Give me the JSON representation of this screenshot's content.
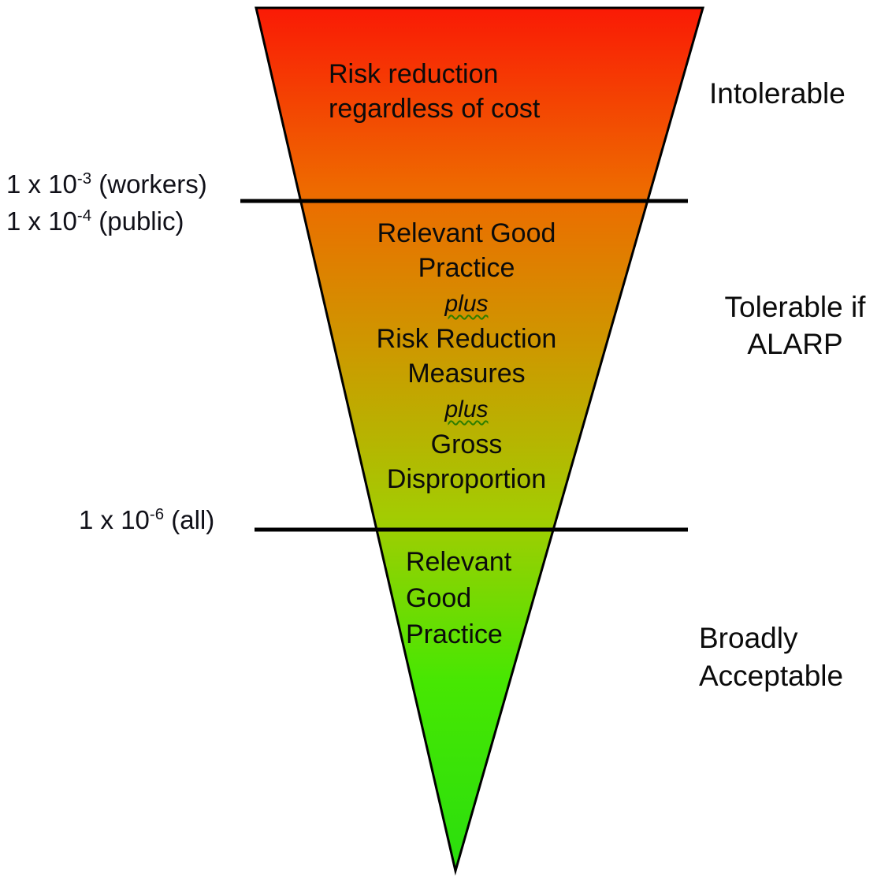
{
  "colors": {
    "outline": "#000000",
    "gradient_red_top": "#fa1a05",
    "gradient_orange": "#ee6a00",
    "gradient_gold": "#cc9a00",
    "gradient_yellow_green": "#a3cc02",
    "gradient_green": "#47e702",
    "gradient_green_apex": "#2ade0e"
  },
  "zone_intolerable": {
    "line1": "Risk reduction",
    "line2": "regardless of cost",
    "category": "Intolerable"
  },
  "zone_tolerable": {
    "line1": "Relevant Good",
    "line2": "Practice",
    "plus1": "plus",
    "line3": "Risk Reduction",
    "line4": "Measures",
    "plus2": "plus",
    "line5": "Gross",
    "line6": "Disproportion",
    "category_line1": "Tolerable if",
    "category_line2": "ALARP"
  },
  "zone_acceptable": {
    "line1": "Relevant",
    "line2": "Good",
    "line3": "Practice",
    "category_line1": "Broadly",
    "category_line2": "Acceptable"
  },
  "thresholds": {
    "upper_workers": {
      "base": "1 x 10",
      "exp": "-3",
      "suffix": " (workers)"
    },
    "upper_public": {
      "base": "1 x 10",
      "exp": "-4",
      "suffix": " (public)"
    },
    "lower_all": {
      "base": "1 x 10",
      "exp": "-6",
      "suffix": " (all)"
    }
  }
}
